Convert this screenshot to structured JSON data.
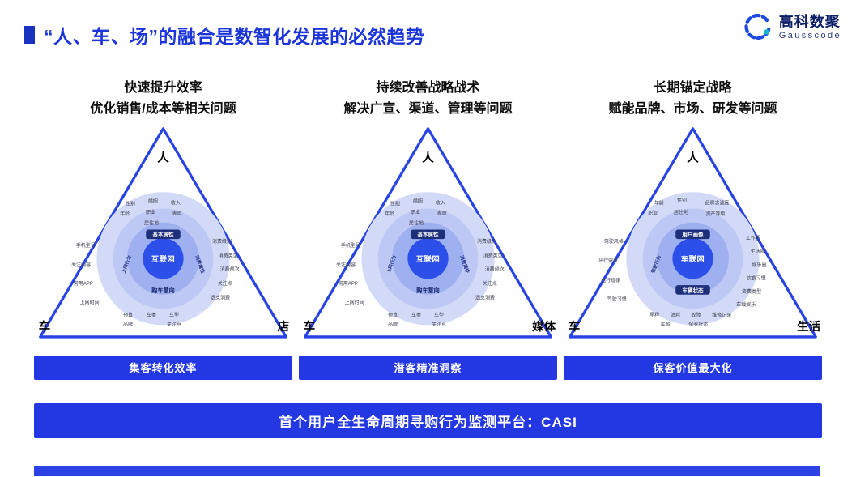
{
  "header": {
    "title": "“人、车、场”的融合是数智化发展的必然趋势",
    "logo_cn": "高科数聚",
    "logo_en": "Gausscode"
  },
  "columns": [
    {
      "heading1": "快速提升效率",
      "heading2": "优化销售/成本等相关问题",
      "apex": "人",
      "left": "车",
      "right": "店",
      "center": "互联网",
      "ring_top": "基本属性",
      "ring_bottom": "购车意向",
      "ring_left": "上网行为",
      "ring_right": "消费属性",
      "labels_top": [
        "性别",
        "婚姻",
        "收入",
        "年龄",
        "职业",
        "家庭",
        "居住地"
      ],
      "labels_left": [
        "手机型号",
        "关注内容",
        "常用APP",
        "上网时间"
      ],
      "labels_right": [
        "消费级别",
        "消费类型",
        "消费频次",
        "关注点",
        "透支消费"
      ],
      "labels_bottom": [
        "预算",
        "车类",
        "车型",
        "品牌",
        "关注点"
      ],
      "banner": "集客转化效率"
    },
    {
      "heading1": "持续改善战略战术",
      "heading2": "解决广宣、渠道、管理等问题",
      "apex": "人",
      "left": "车",
      "right": "媒体",
      "center": "互联网",
      "ring_top": "基本属性",
      "ring_bottom": "购车意向",
      "ring_left": "上网行为",
      "ring_right": "消费属性",
      "labels_top": [
        "性别",
        "婚姻",
        "收入",
        "年龄",
        "职业",
        "家庭",
        "居住地"
      ],
      "labels_left": [
        "手机型号",
        "关注内容",
        "常用APP",
        "上网时间"
      ],
      "labels_right": [
        "消费级别",
        "消费类型",
        "消费频次",
        "关注点",
        "透支消费"
      ],
      "labels_bottom": [
        "预算",
        "车类",
        "车型",
        "品牌",
        "关注点"
      ],
      "banner": "潜客精准洞察"
    },
    {
      "heading1": "长期锚定战略",
      "heading2": "赋能品牌、市场、研发等问题",
      "apex": "人",
      "left": "车",
      "right": "生活",
      "center": "车联网",
      "ring_top": "用户画像",
      "ring_bottom": "车辆状态",
      "ring_left": "驾驶行为",
      "labels_top": [
        "年龄",
        "性别",
        "品牌忠诚度",
        "职业",
        "居住地",
        "资产等级"
      ],
      "labels_left": [
        "驾驶风格",
        "出行需求",
        "出行规律",
        "驾驶习惯"
      ],
      "labels_right": [
        "工作圈",
        "生活圈",
        "娱乐圈",
        "饮食习惯",
        "资费类型",
        "车载娱乐"
      ],
      "labels_bottom": [
        "里程",
        "油耗",
        "故障",
        "维修记录",
        "车龄",
        "保养状态"
      ],
      "banner": "保客价值最大化"
    }
  ],
  "footer": {
    "banner": "首个用户全生命周期寻购行为监测平台：CASI"
  }
}
